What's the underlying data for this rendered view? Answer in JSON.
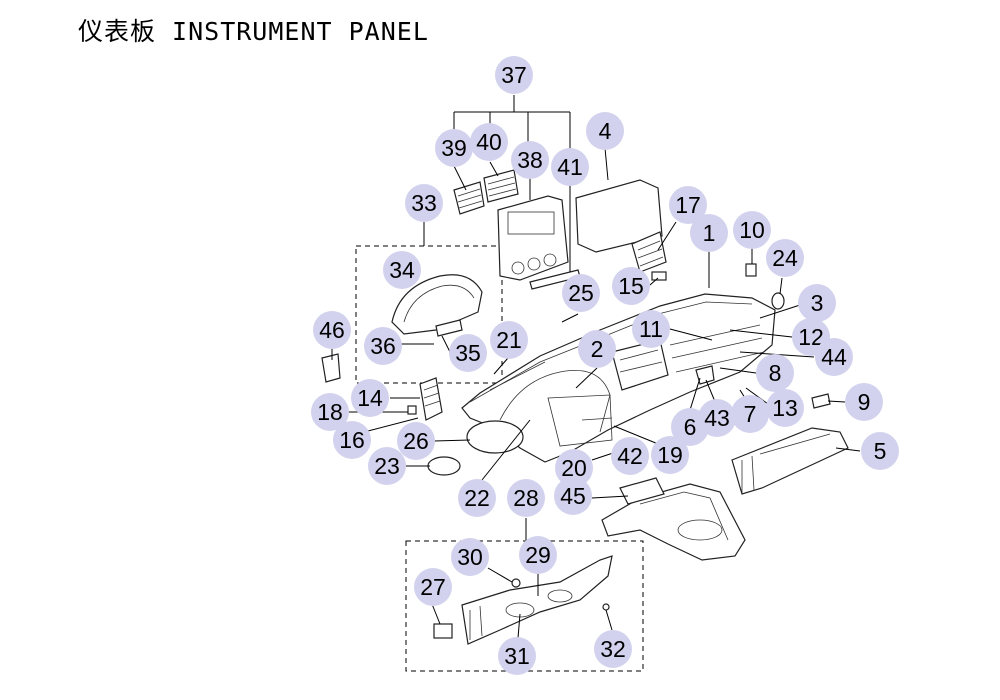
{
  "title": "仪表板 INSTRUMENT PANEL",
  "callouts": {
    "c1": "1",
    "c2": "2",
    "c3": "3",
    "c4": "4",
    "c5": "5",
    "c6": "6",
    "c7": "7",
    "c8": "8",
    "c9": "9",
    "c10": "10",
    "c11": "11",
    "c12": "12",
    "c13": "13",
    "c14": "14",
    "c15": "15",
    "c16": "16",
    "c17": "17",
    "c18": "18",
    "c19": "19",
    "c20": "20",
    "c21": "21",
    "c22": "22",
    "c23": "23",
    "c24": "24",
    "c25": "25",
    "c26": "26",
    "c27": "27",
    "c28": "28",
    "c29": "29",
    "c30": "30",
    "c31": "31",
    "c32": "32",
    "c33": "33",
    "c34": "34",
    "c35": "35",
    "c36": "36",
    "c37": "37",
    "c38": "38",
    "c39": "39",
    "c40": "40",
    "c41": "41",
    "c42": "42",
    "c43": "43",
    "c44": "44",
    "c45": "45",
    "c46": "46"
  }
}
